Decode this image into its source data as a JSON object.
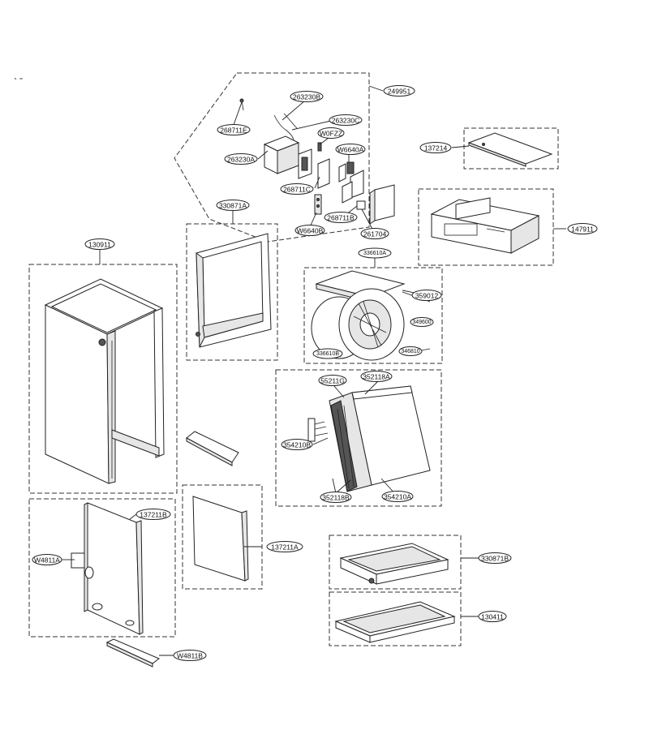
{
  "callouts": {
    "c249951": "249951",
    "c263230B": "263230B",
    "c263230C": "263230C",
    "c268711E": "268711E",
    "c263230A": "263230A",
    "cW0FZZ": "W0FZZ",
    "cW6640A": "W6640A",
    "c268711C": "268711C",
    "cW6640B": "W6640B",
    "c268711B": "268711B",
    "c261704": "261704",
    "c137214": "137214",
    "c147911": "147911",
    "c330871A": "330871A",
    "c130911": "130911",
    "c336610A": "336610A",
    "c359012": "359012",
    "c349600": "349600",
    "c336610B": "336610B",
    "c346810": "346810",
    "c55211G": "55211G",
    "c352118A": "352118A",
    "c354210B": "354210B",
    "c352118B": "352118B",
    "c354210A": "354210A",
    "c137211B": "137211B",
    "cW4811A": "W4811A",
    "c137211A": "137211A",
    "c330871B": "330871B",
    "c130411": "130411",
    "cW4811B": "W4811B"
  },
  "colors": {
    "line": "#222222",
    "background": "#ffffff"
  }
}
